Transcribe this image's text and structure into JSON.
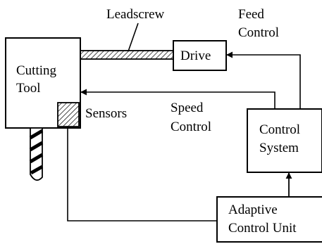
{
  "labels": {
    "leadscrew": "Leadscrew",
    "feed_control_line1": "Feed",
    "feed_control_line2": "Control",
    "cutting_tool_line1": "Cutting",
    "cutting_tool_line2": "Tool",
    "drive": "Drive",
    "sensors": "Sensors",
    "speed_control_line1": "Speed",
    "speed_control_line2": "Control",
    "control_system_line1": "Control",
    "control_system_line2": "System",
    "adaptive_control_line1": "Adaptive",
    "adaptive_control_line2": "Control Unit"
  }
}
